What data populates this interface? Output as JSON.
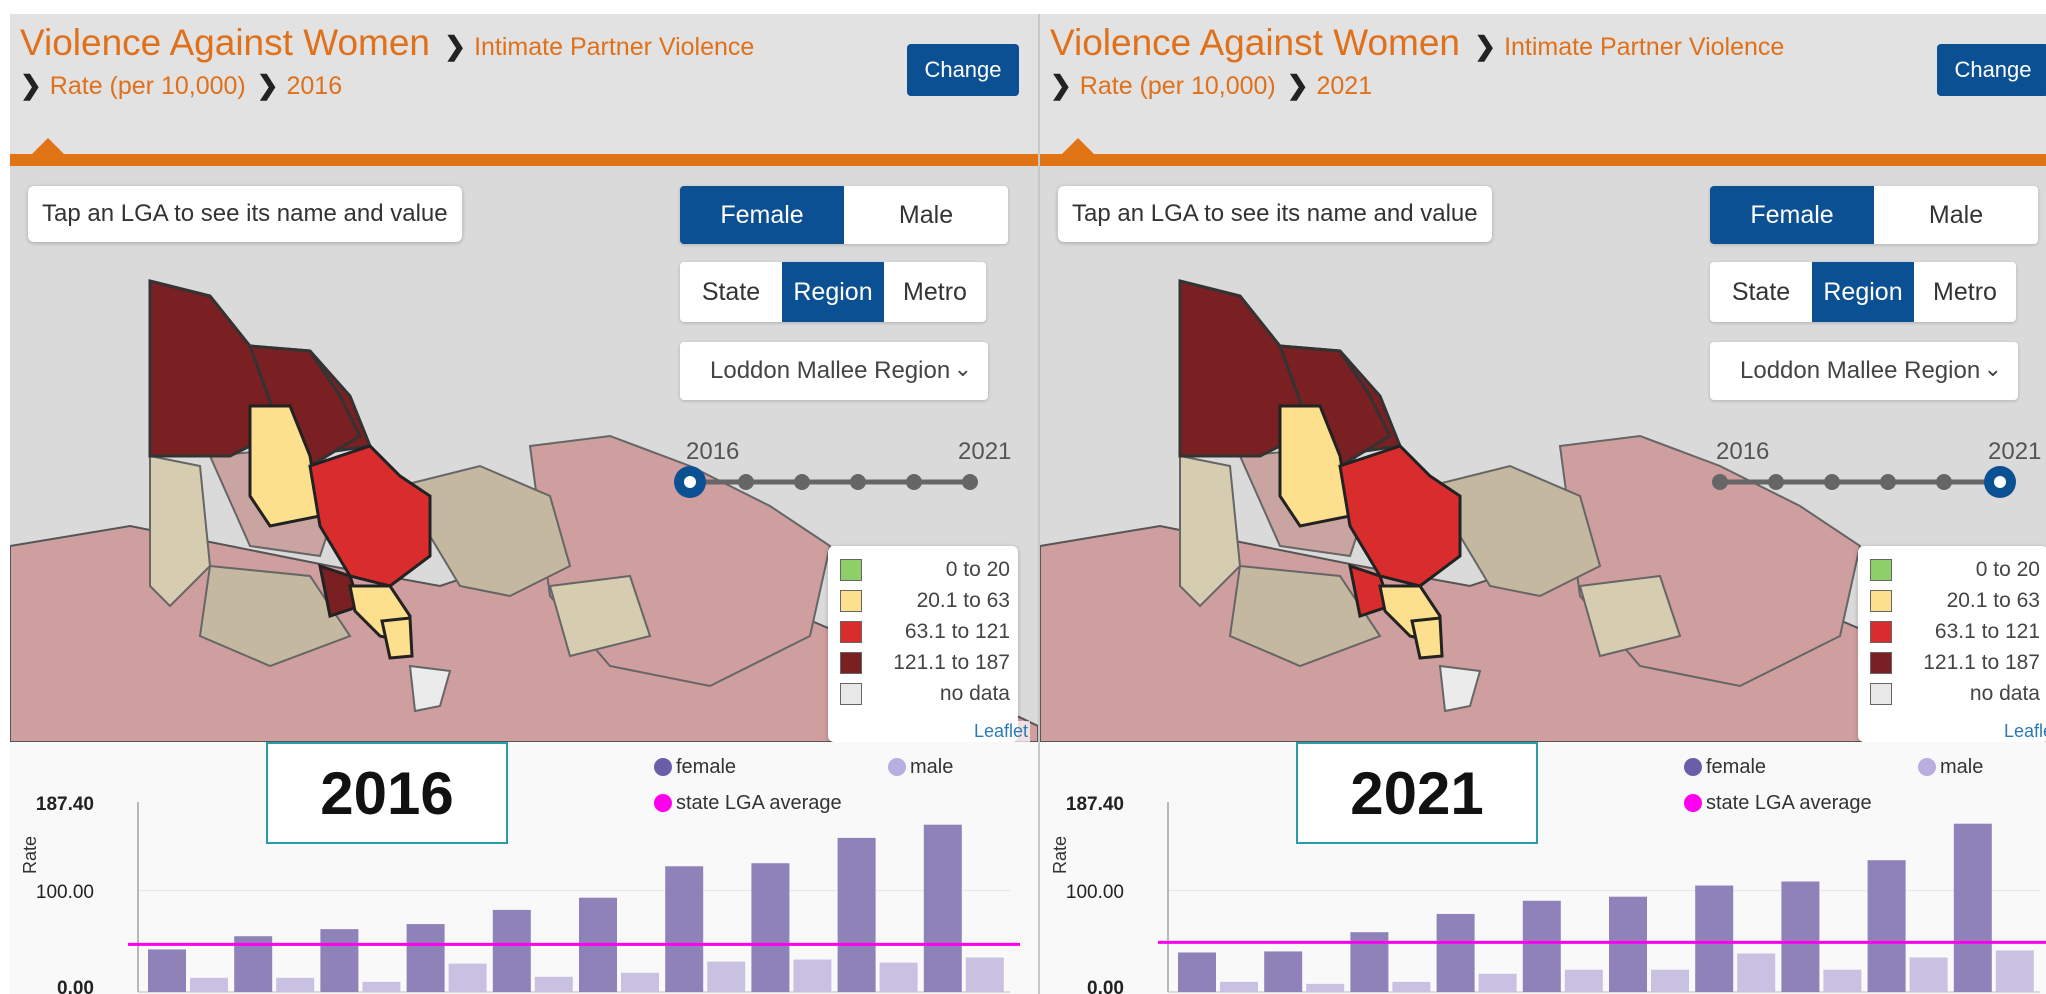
{
  "colors": {
    "accent_orange": "#e07414",
    "title_orange": "#e0701a",
    "primary_blue": "#0c5094",
    "band_0_20": "#8ecf6a",
    "band_20_63": "#fde08d",
    "band_63_121": "#d92d2d",
    "band_121_187": "#7a1f22",
    "no_data": "#e8e8e8",
    "female_bar": "#8e82b8",
    "male_bar": "#c9c1e2",
    "female_dot": "#6b5ea8",
    "male_dot": "#b8aee0",
    "state_avg": "#ff00ee"
  },
  "legend": {
    "bands": [
      {
        "label": "0 to 20",
        "color": "#8ecf6a"
      },
      {
        "label": "20.1 to 63",
        "color": "#fde08d"
      },
      {
        "label": "63.1 to 121",
        "color": "#d92d2d"
      },
      {
        "label": "121.1 to 187",
        "color": "#7a1f22"
      },
      {
        "label": "no data",
        "color": "#e8e8e8"
      }
    ],
    "attribution": "Leaflet"
  },
  "panels": [
    {
      "title": "Violence Against Women",
      "chev": "❯",
      "subtitle": "Intimate Partner Violence",
      "measure": "Rate (per 10,000)",
      "year": "2016",
      "change_label": "Change",
      "tooltip": "Tap an LGA to see its name and value",
      "sex_options": {
        "female": "Female",
        "male": "Male",
        "selected": "Female"
      },
      "geo_options": {
        "state": "State",
        "region": "Region",
        "metro": "Metro",
        "selected": "Region"
      },
      "region_select": "Loddon Mallee Region",
      "timeline": {
        "start": "2016",
        "end": "2021",
        "selected_index": 0,
        "steps": 6
      },
      "year_box": "2016",
      "chart_legend": {
        "female": "female",
        "male": "male",
        "state_avg": "state LGA average"
      }
    },
    {
      "title": "Violence Against Women",
      "chev": "❯",
      "subtitle": "Intimate Partner Violence",
      "measure": "Rate (per 10,000)",
      "year": "2021",
      "change_label": "Change",
      "tooltip": "Tap an LGA to see its name and value",
      "sex_options": {
        "female": "Female",
        "male": "Male",
        "selected": "Female"
      },
      "geo_options": {
        "state": "State",
        "region": "Region",
        "metro": "Metro",
        "selected": "Region"
      },
      "region_select": "Loddon Mallee Region",
      "timeline": {
        "start": "2016",
        "end": "2021",
        "selected_index": 5,
        "steps": 6
      },
      "year_box": "2021",
      "chart_legend": {
        "female": "female",
        "male": "male",
        "state_avg": "state LGA average"
      }
    }
  ],
  "chart_data": [
    {
      "type": "bar",
      "ylabel": "Rate",
      "yticks": [
        "187.40",
        "100.00",
        "0.00"
      ],
      "ylim": [
        0,
        187.4
      ],
      "state_avg": 47,
      "series": [
        {
          "name": "female",
          "values": [
            42,
            55,
            62,
            67,
            81,
            93,
            124,
            127,
            152,
            165
          ]
        },
        {
          "name": "male",
          "values": [
            14,
            14,
            10,
            28,
            15,
            19,
            30,
            32,
            29,
            34
          ]
        }
      ]
    },
    {
      "type": "bar",
      "ylabel": "Rate",
      "yticks": [
        "187.40",
        "100.00",
        "0.00"
      ],
      "ylim": [
        0,
        187.4
      ],
      "state_avg": 49,
      "series": [
        {
          "name": "female",
          "values": [
            39,
            40,
            59,
            77,
            90,
            94,
            105,
            109,
            130,
            166
          ]
        },
        {
          "name": "male",
          "values": [
            10,
            8,
            10,
            18,
            22,
            22,
            38,
            22,
            34,
            41
          ]
        }
      ]
    }
  ]
}
